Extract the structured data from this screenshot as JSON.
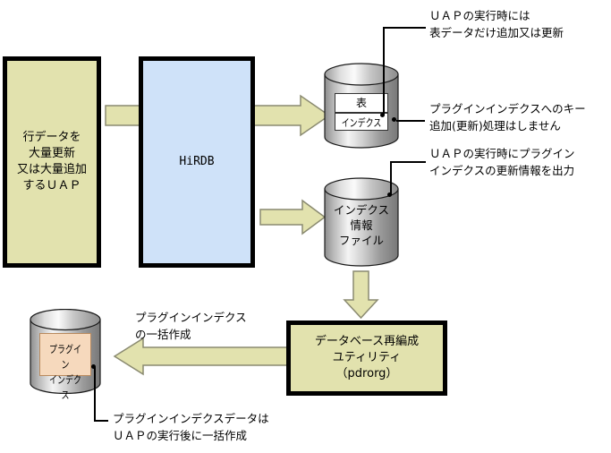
{
  "diagram": {
    "title": "HiRDB plug-in index batch creation flow",
    "colors": {
      "khaki": "#e2e2ae",
      "light_blue": "#cfe2f9",
      "peach": "#f6d9bd",
      "arrow_fill": "#e2e2ae",
      "arrow_stroke": "#8a8a70",
      "border_black": "#000000",
      "cylinder_light": "#f2f2f2",
      "cylinder_dark": "#7d7d7d"
    },
    "boxes": {
      "uap": {
        "label": "行データを\n大量更新\n又は大量追加\nするＵＡＰ"
      },
      "hirdb": {
        "label": "HiRDB"
      },
      "pdrorg": {
        "label": "データベース再編成\nユティリティ\n（pdrorg）"
      }
    },
    "cylinders": {
      "table_index": {
        "top_label": "表",
        "bottom_label": "インデクス"
      },
      "index_info_file": {
        "label": "インデクス\n情報\nファイル"
      },
      "plugin_index": {
        "label": "プラグイン\nインデクス"
      }
    },
    "annotations": {
      "uap_exec_table_only": "ＵＡＰの実行時には\n表データだけ追加又は更新",
      "no_key_add": "プラグインインデクスへのキー\n追加(更新)処理はしません",
      "output_update_info": "ＵＡＰの実行時にプラグイン\nインデクスの更新情報を出力",
      "batch_create": "プラグインインデクス\nの一括作成",
      "plugin_index_data": "プラグインインデクスデータは\nＵＡＰの実行後に一括作成"
    },
    "arrows": {
      "uap_to_table": "arrow-right-long",
      "hirdb_to_file": "arrow-right-short",
      "file_to_pdrorg": "arrow-down",
      "pdrorg_to_plugin": "arrow-left-long"
    }
  }
}
